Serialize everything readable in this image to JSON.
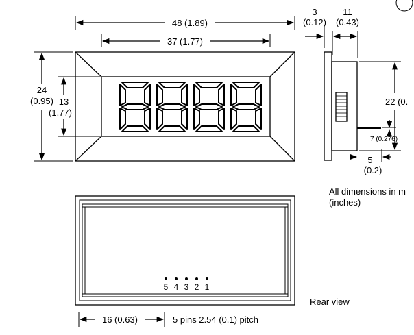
{
  "front": {
    "width_label": "48 (1.89)",
    "inner_width_label": "37 (1.77)",
    "height_label_mm": "24",
    "height_label_in": "(0.95)",
    "window_height_mm": "13",
    "window_height_in": "(1.77)",
    "digits": [
      "8",
      "8",
      "8",
      "8"
    ]
  },
  "side": {
    "bezel_mm": "3",
    "bezel_in": "(0.12)",
    "depth_mm": "11",
    "depth_in": "(0.43)",
    "body_height_label": "22 (0.",
    "pin_length_label": "7 (0.276)",
    "pin_offset_mm": "5",
    "pin_offset_in": "(0.2)"
  },
  "notes": {
    "dimensions_line1": "All dimensions in m",
    "dimensions_line2": "(inches)"
  },
  "rear": {
    "pin_numbers": [
      "5",
      "4",
      "3",
      "2",
      "1"
    ],
    "offset_label": "16 (0.63)",
    "pitch_label": "5 pins 2.54 (0.1) pitch",
    "view_label": "Rear view"
  }
}
